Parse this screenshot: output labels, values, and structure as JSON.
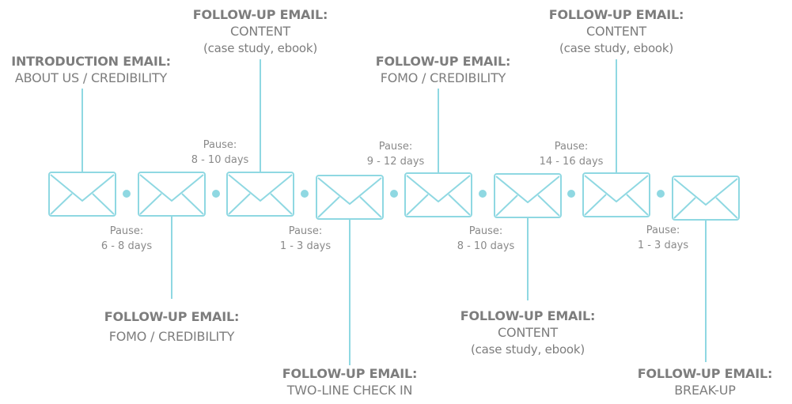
{
  "colors": {
    "accent": "#8fd8e2",
    "text": "#7d7d7d"
  },
  "emails": [
    {
      "icon": "envelope-icon"
    },
    {
      "icon": "envelope-icon"
    },
    {
      "icon": "envelope-icon"
    },
    {
      "icon": "envelope-icon"
    },
    {
      "icon": "envelope-icon"
    },
    {
      "icon": "envelope-icon"
    },
    {
      "icon": "envelope-icon"
    },
    {
      "icon": "envelope-icon"
    }
  ],
  "labels": [
    {
      "title": "INTRODUCTION EMAIL:",
      "subtitle": "ABOUT US / CREDIBILITY",
      "note": ""
    },
    {
      "title": "FOLLOW-UP EMAIL:",
      "subtitle": "FOMO / CREDIBILITY",
      "note": ""
    },
    {
      "title": "FOLLOW-UP EMAIL:",
      "subtitle": "CONTENT",
      "note": "(case study, ebook)"
    },
    {
      "title": "FOLLOW-UP EMAIL:",
      "subtitle": "TWO-LINE CHECK IN",
      "note": ""
    },
    {
      "title": "FOLLOW-UP EMAIL:",
      "subtitle": "FOMO / CREDIBILITY",
      "note": ""
    },
    {
      "title": "FOLLOW-UP EMAIL:",
      "subtitle": "CONTENT",
      "note": "(case study, ebook)"
    },
    {
      "title": "FOLLOW-UP EMAIL:",
      "subtitle": "CONTENT",
      "note": "(case study, ebook)"
    },
    {
      "title": "FOLLOW-UP EMAIL:",
      "subtitle": "BREAK-UP",
      "note": ""
    }
  ],
  "pauses": [
    {
      "label": "Pause:",
      "days": "6 - 8 days"
    },
    {
      "label": "Pause:",
      "days": "8 - 10 days"
    },
    {
      "label": "Pause:",
      "days": "1 - 3 days"
    },
    {
      "label": "Pause:",
      "days": "9 - 12 days"
    },
    {
      "label": "Pause:",
      "days": "8 - 10 days"
    },
    {
      "label": "Pause:",
      "days": "14 - 16 days"
    },
    {
      "label": "Pause:",
      "days": "1 - 3 days"
    }
  ]
}
